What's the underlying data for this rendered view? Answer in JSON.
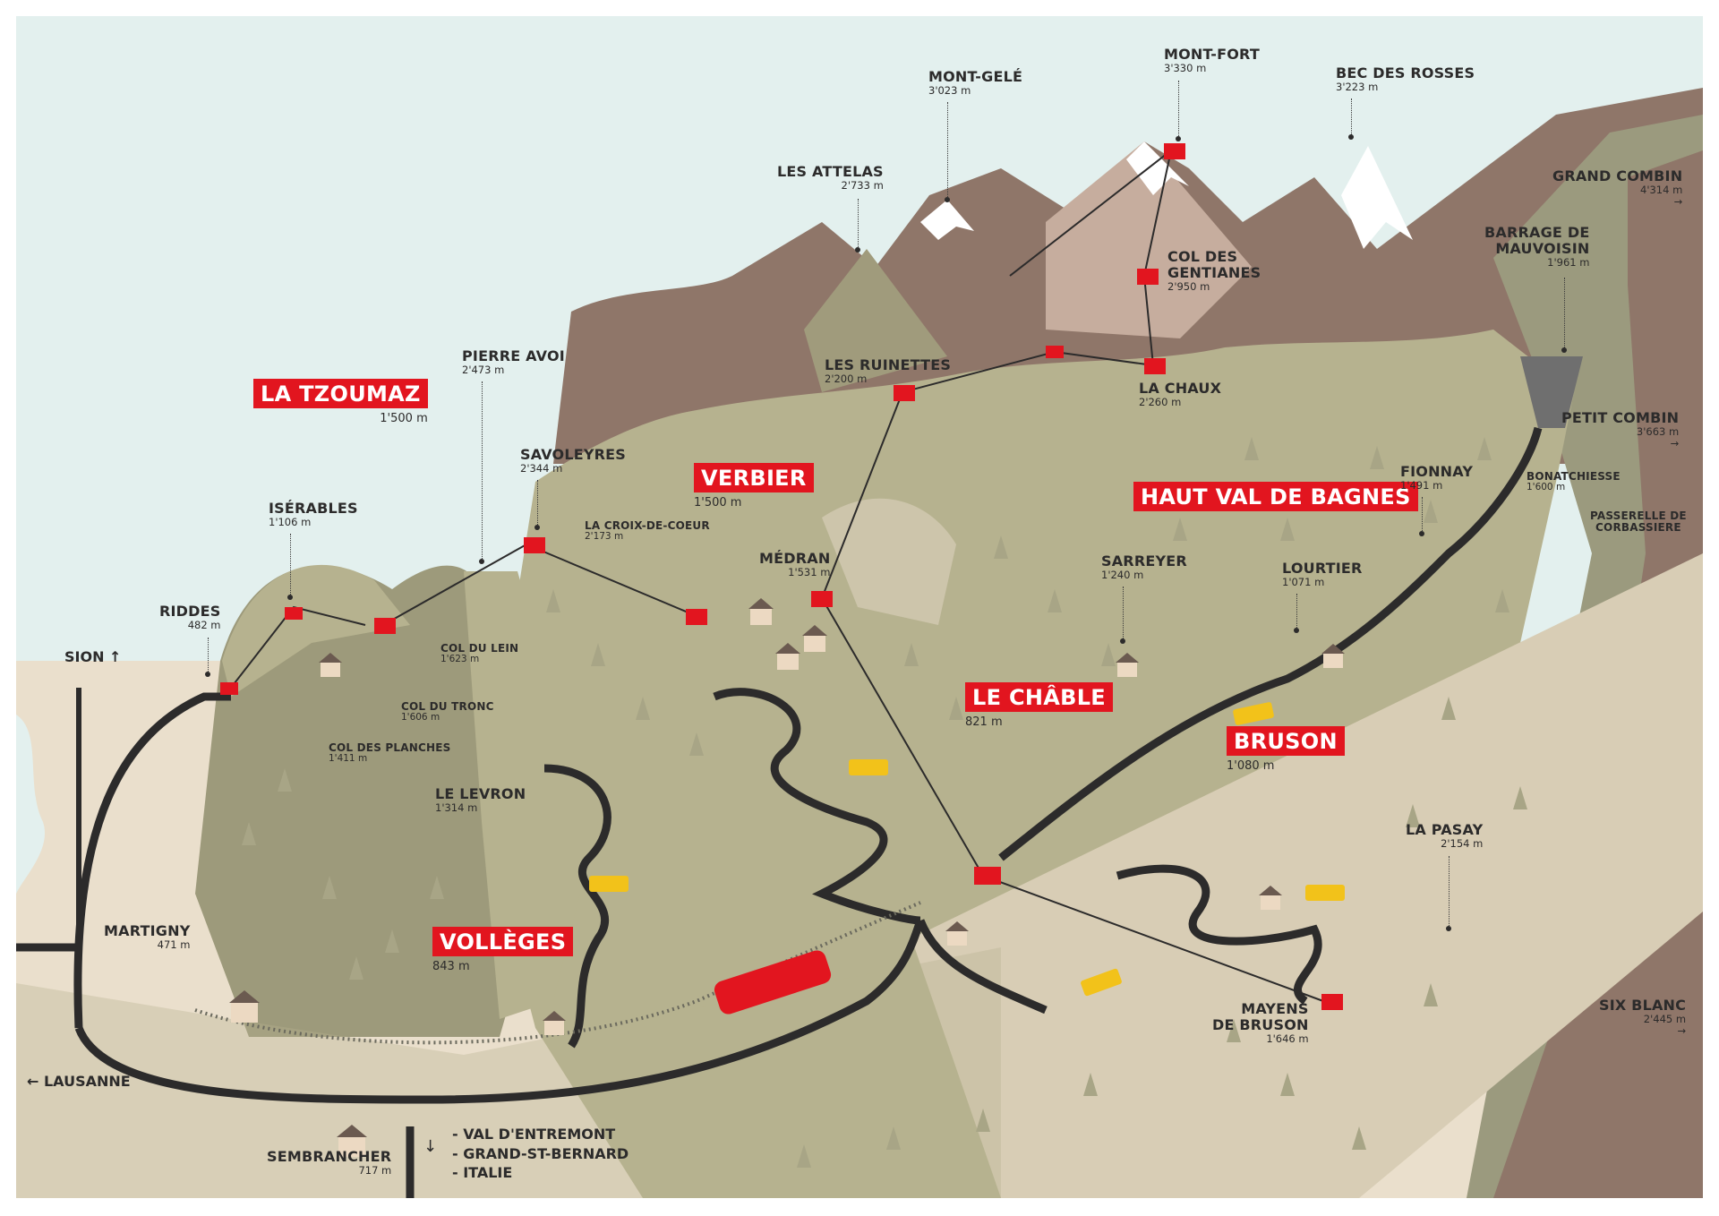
{
  "map": {
    "regions": {
      "la_tzoumaz": {
        "name": "LA TZOUMAZ",
        "alt": "1'500 m"
      },
      "verbier": {
        "name": "VERBIER",
        "alt": "1'500 m"
      },
      "haut_val_de_bagnes": {
        "name": "HAUT VAL DE BAGNES"
      },
      "le_chable": {
        "name": "LE CHÂBLE",
        "alt": "821 m"
      },
      "bruson": {
        "name": "BRUSON",
        "alt": "1'080 m"
      },
      "volleges": {
        "name": "VOLLÈGES",
        "alt": "843 m"
      }
    },
    "peaks": {
      "mont_fort": {
        "name": "MONT-FORT",
        "alt": "3'330 m"
      },
      "mont_gele": {
        "name": "MONT-GELÉ",
        "alt": "3'023 m"
      },
      "bec_des_rosses": {
        "name": "BEC DES ROSSES",
        "alt": "3'223 m"
      },
      "les_attelas": {
        "name": "LES ATTELAS",
        "alt": "2'733 m"
      },
      "col_des_gentianes": {
        "name_1": "COL DES",
        "name_2": "GENTIANES",
        "alt": "2'950 m"
      },
      "les_ruinettes": {
        "name": "LES RUINETTES",
        "alt": "2'200 m"
      },
      "la_chaux": {
        "name": "LA CHAUX",
        "alt": "2'260 m"
      },
      "pierre_avoi": {
        "name": "PIERRE AVOI",
        "alt": "2'473 m"
      },
      "savoleyres": {
        "name": "SAVOLEYRES",
        "alt": "2'344 m"
      },
      "la_croix_de_coeur": {
        "name": "LA CROIX-DE-COEUR",
        "alt": "2'173 m"
      },
      "medran": {
        "name": "MÉDRAN",
        "alt": "1'531 m"
      },
      "iserables": {
        "name": "ISÉRABLES",
        "alt": "1'106 m"
      },
      "riddes": {
        "name": "RIDDES",
        "alt": "482 m"
      },
      "col_du_lein": {
        "name": "COL DU LEIN",
        "alt": "1'623 m"
      },
      "col_du_tronc": {
        "name": "COL DU TRONC",
        "alt": "1'606 m"
      },
      "col_des_planches": {
        "name": "COL DES PLANCHES",
        "alt": "1'411 m"
      },
      "le_levron": {
        "name": "LE LEVRON",
        "alt": "1'314 m"
      },
      "martigny": {
        "name": "MARTIGNY",
        "alt": "471 m"
      },
      "sembrancher": {
        "name": "SEMBRANCHER",
        "alt": "717 m"
      },
      "sarreyer": {
        "name": "SARREYER",
        "alt": "1'240 m"
      },
      "lourtier": {
        "name": "LOURTIER",
        "alt": "1'071 m"
      },
      "fionnay": {
        "name": "FIONNAY",
        "alt": "1'491 m"
      },
      "bonatchiesse": {
        "name": "BONATCHIESSE",
        "alt": "1'600 m"
      },
      "barrage_de_mauvoisin": {
        "name_1": "BARRAGE DE",
        "name_2": "MAUVOISIN",
        "alt": "1'961 m"
      },
      "la_pasay": {
        "name": "LA PASAY",
        "alt": "2'154 m"
      },
      "mayens_de_bruson": {
        "name_1": "MAYENS",
        "name_2": "DE BRUSON",
        "alt": "1'646 m"
      }
    },
    "side_peaks": {
      "grand_combin": {
        "name": "GRAND COMBIN",
        "alt": "4'314 m"
      },
      "petit_combin": {
        "name": "PETIT COMBIN",
        "alt": "3'663 m"
      },
      "passerelle": {
        "name_1": "PASSERELLE DE",
        "name_2": "CORBASSIERE"
      },
      "six_blanc": {
        "name": "SIX BLANC",
        "alt": "2'445 m"
      }
    },
    "directions": {
      "sion": "SION",
      "lausanne": "LAUSANNE",
      "south_list": [
        "- VAL D'ENTREMONT",
        "- GRAND-ST-BERNARD",
        "- ITALIE"
      ]
    },
    "icons": {
      "arrow_up": "↑",
      "arrow_left": "←",
      "arrow_down": "↓",
      "arrow_right": "→"
    },
    "colors": {
      "accent_red": "#e2151f",
      "sky": "#e3f0ee",
      "valley": "#e9dcc8",
      "slope": "#b6b28f",
      "dark_slope": "#9d9a7b",
      "rock": "#8f7669",
      "rock_light": "#c6ad9e",
      "road": "#2c2b2b"
    }
  }
}
